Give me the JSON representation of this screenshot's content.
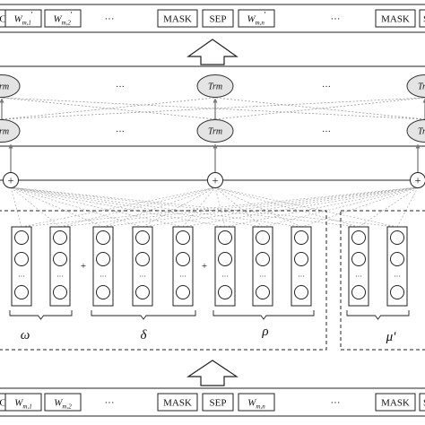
{
  "output_row": {
    "tokens": [
      {
        "main": "C",
        "sub": ""
      },
      {
        "main": "W",
        "sub": "m,1",
        "prime": "'"
      },
      {
        "main": "W",
        "sub": "m,2",
        "prime": "'"
      },
      {
        "main": "···",
        "sub": ""
      },
      {
        "main": "MASK",
        "sub": ""
      },
      {
        "main": "SEP",
        "sub": ""
      },
      {
        "main": "W",
        "sub": "m,n",
        "prime": "'"
      },
      {
        "main": "···",
        "sub": ""
      },
      {
        "main": "MASK",
        "sub": ""
      },
      {
        "main": "S",
        "sub": ""
      }
    ]
  },
  "input_row": {
    "tokens": [
      {
        "main": "C",
        "sub": ""
      },
      {
        "main": "W",
        "sub": "m,1"
      },
      {
        "main": "W",
        "sub": "m,2"
      },
      {
        "main": "···",
        "sub": ""
      },
      {
        "main": "MASK",
        "sub": ""
      },
      {
        "main": "SEP",
        "sub": ""
      },
      {
        "main": "W",
        "sub": "m,n"
      },
      {
        "main": "···",
        "sub": ""
      },
      {
        "main": "MASK",
        "sub": ""
      },
      {
        "main": "S",
        "sub": ""
      }
    ]
  },
  "transformer": {
    "node_label": "Trm",
    "ellipsis": "···"
  },
  "sum_node": {
    "symbol": "+"
  },
  "embedding": {
    "plus": "+",
    "vector_dots": "···",
    "groups": [
      {
        "label": "ω"
      },
      {
        "label": "δ"
      },
      {
        "label": "ρ"
      },
      {
        "label": "μ'"
      }
    ]
  }
}
